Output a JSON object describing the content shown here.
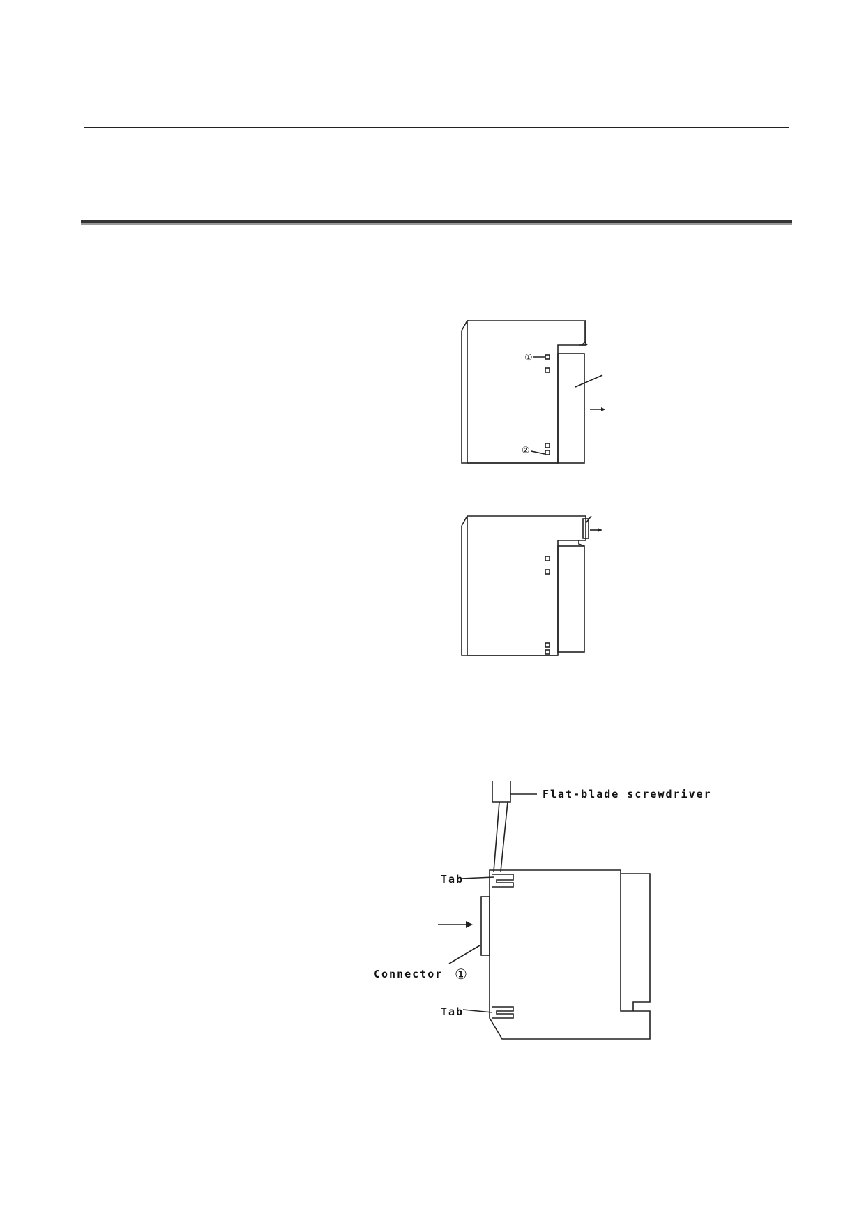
{
  "figure_top": {
    "marker_1": "①",
    "marker_2": "②"
  },
  "figure_bottom": {
    "screwdriver_label": "Flat-blade screwdriver",
    "tab_top_label": "Tab",
    "tab_bottom_label": "Tab",
    "connector_label": "Connector",
    "connector_marker": "①"
  }
}
